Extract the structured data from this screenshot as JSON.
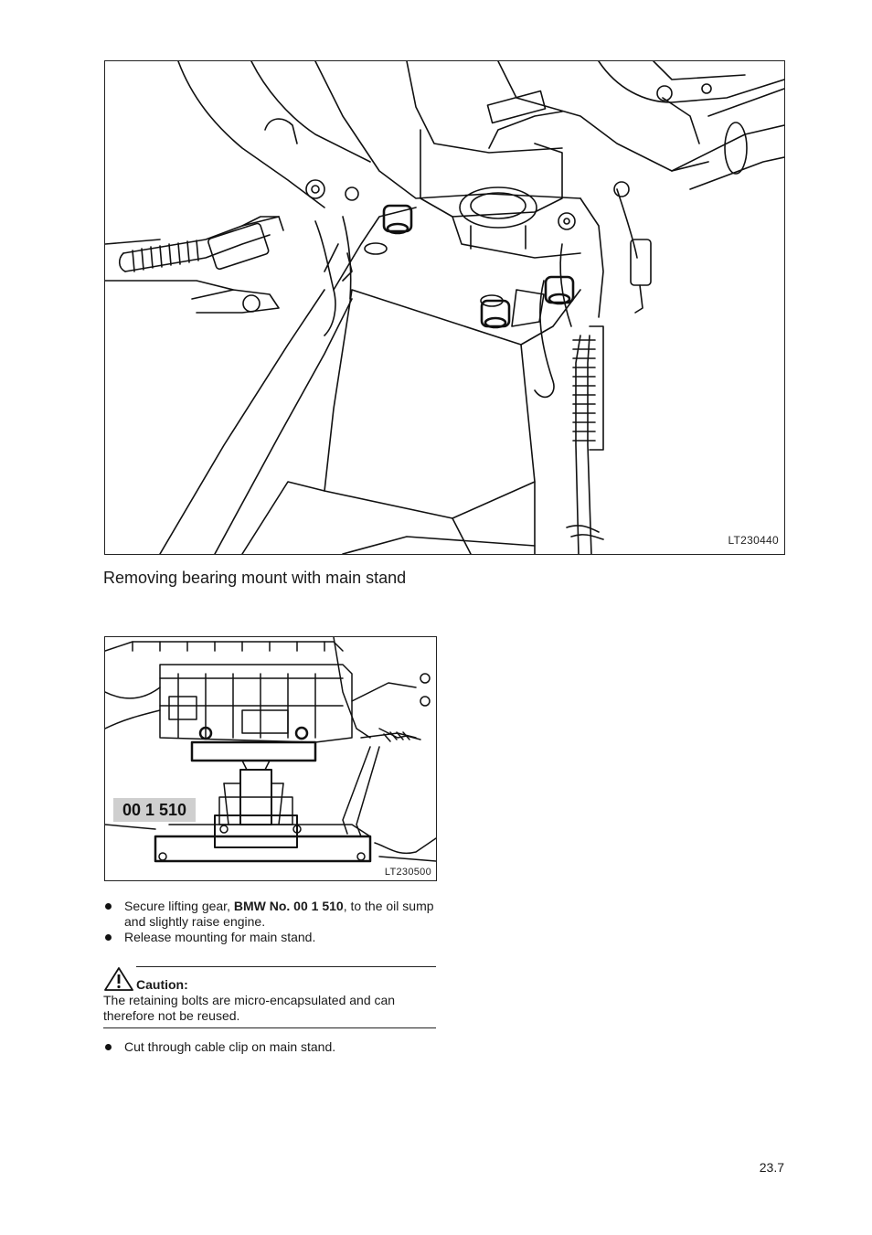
{
  "figure1": {
    "code": "LT230440",
    "alt": ""
  },
  "section_heading": "Removing bearing mount with main stand",
  "figure2": {
    "code": "LT230500",
    "tool_label": "00 1 510"
  },
  "steps_a": [
    {
      "before": "Secure lifting gear, ",
      "bold": "BMW No. 00 1 510",
      "after": ", to the oil sump and slightly raise engine."
    },
    {
      "before": "Release mounting for main stand.",
      "bold": "",
      "after": ""
    }
  ],
  "caution": {
    "title": "Caution:",
    "text": "The retaining bolts are micro-encapsulated and can therefore not be reused.",
    "icon": "warning-triangle-icon"
  },
  "steps_b": [
    {
      "text": "Cut through cable clip on main stand."
    }
  ],
  "page_number": "23.7"
}
